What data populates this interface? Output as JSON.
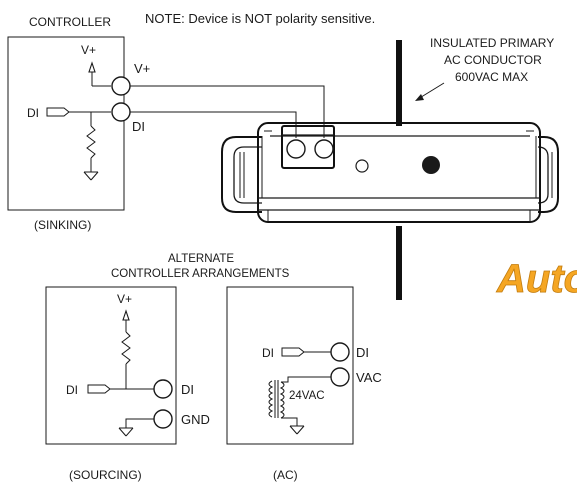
{
  "note": "NOTE: Device is NOT polarity sensitive.",
  "sinking": {
    "heading": "CONTROLLER",
    "caption": "(SINKING)",
    "vplus_symbol": "V+",
    "vplus_terminal": "V+",
    "di_input": "DI",
    "di_terminal": "DI"
  },
  "conductor_label": [
    "INSULATED PRIMARY",
    "AC CONDUCTOR",
    "600VAC MAX"
  ],
  "alternate_heading": [
    "ALTERNATE",
    "CONTROLLER ARRANGEMENTS"
  ],
  "sourcing": {
    "caption": "(SOURCING)",
    "vplus_symbol": "V+",
    "di_input": "DI",
    "di_terminal": "DI",
    "gnd_terminal": "GND"
  },
  "ac": {
    "caption": "(AC)",
    "di_input": "DI",
    "di_terminal": "DI",
    "vac_terminal": "VAC",
    "transformer_label": "24VAC"
  },
  "logo_text": "AutoS",
  "colors": {
    "line": "#1a1a1a",
    "logo_fill": "#f5a623",
    "logo_stroke": "#c27c0e",
    "background": "#ffffff"
  },
  "icons": [
    "arrow-up-icon",
    "resistor-icon",
    "ground-icon",
    "input-arrow-icon",
    "terminal-icon",
    "transformer-icon",
    "current-switch-icon",
    "conductor-icon"
  ]
}
